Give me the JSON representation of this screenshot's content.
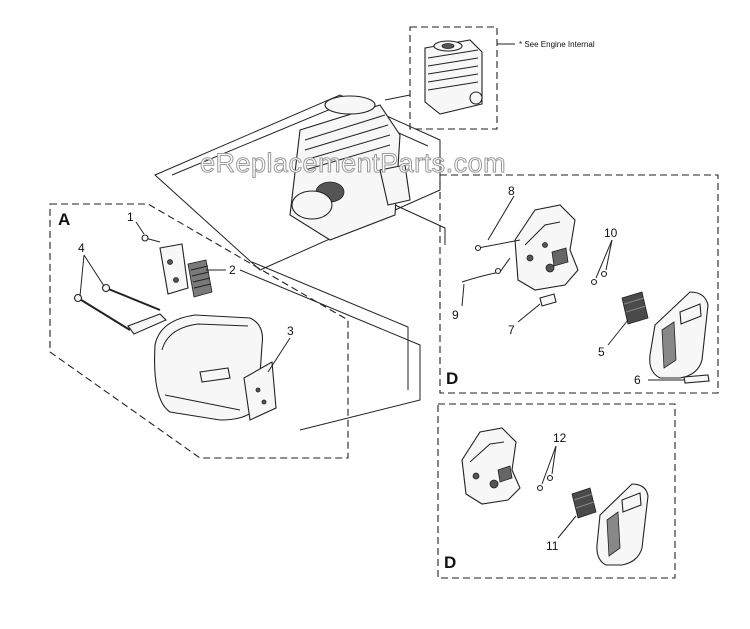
{
  "watermark": "eReplacementParts.com",
  "engine_note": "* See Engine Internal",
  "sections": {
    "a_top": "A",
    "d_top": "D",
    "d_bottom": "D"
  },
  "callouts": {
    "p1": "1",
    "p2": "2",
    "p3": "3",
    "p4": "4",
    "p5": "5",
    "p6": "6",
    "p7": "7",
    "p8": "8",
    "p9": "9",
    "p10": "10",
    "p11": "11",
    "p12": "12"
  }
}
